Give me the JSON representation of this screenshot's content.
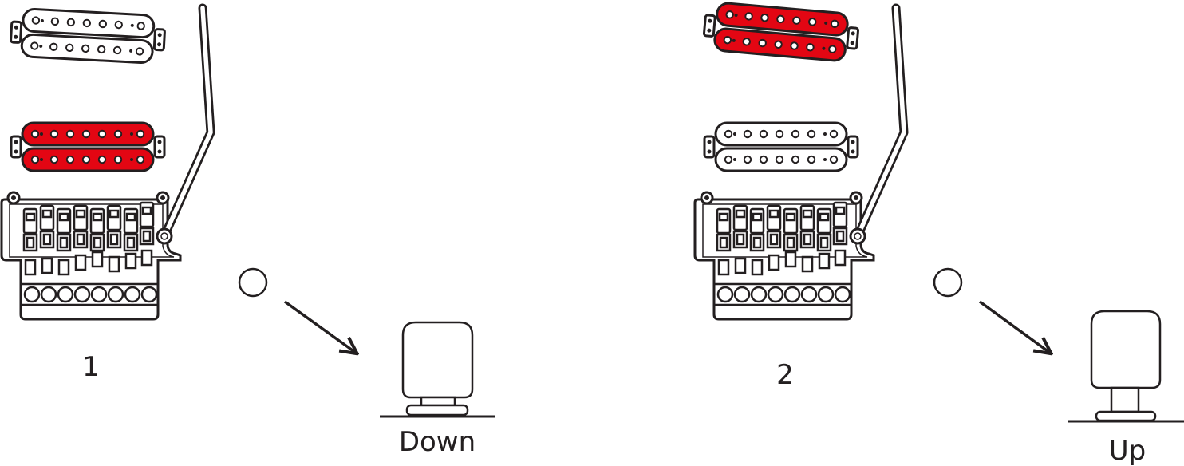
{
  "colors": {
    "active": "#e30613",
    "inactive": "#ffffff",
    "ink": "#231f20"
  },
  "panels": [
    {
      "number": "1",
      "switch_label": "Down",
      "neck_pickup": "inactive",
      "bridge_pickup": "active"
    },
    {
      "number": "2",
      "switch_label": "Up",
      "neck_pickup": "active",
      "bridge_pickup": "inactive"
    }
  ]
}
